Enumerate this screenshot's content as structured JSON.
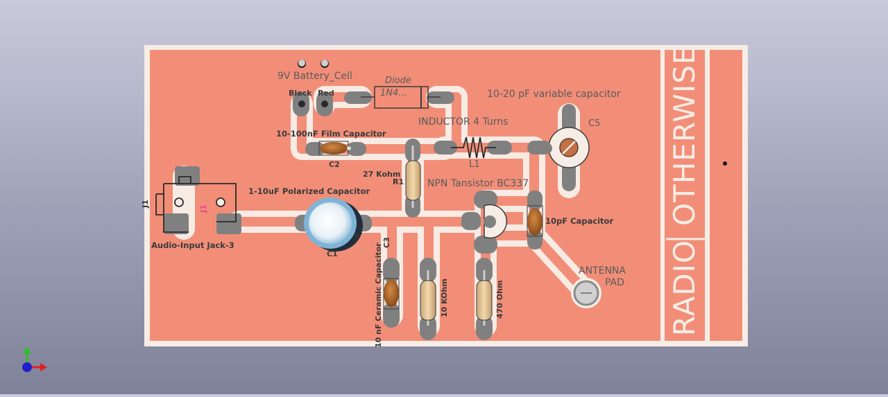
{
  "board": {
    "title_vertical_left": "RADIO",
    "title_vertical_right": "OTHERWISE"
  },
  "components": {
    "battery_label": "9V Battery_Cell",
    "battery_black": "Black",
    "battery_red": "Red",
    "diode_label": "Diode",
    "diode_value": "1N4...",
    "variable_cap_label": "10-20 pF variable capacitor",
    "variable_cap_ref": "C5",
    "inductor_label": "INDUCTOR 4 Turns",
    "inductor_ref": "L1",
    "film_cap_label": "10-100nF Film Capacitor",
    "film_cap_ref": "C2",
    "r1_value": "27 Kohm",
    "r1_ref": "R1",
    "transistor_label": "NPN Tansistor BC337",
    "polarized_cap_label": "1-10uF Polarized Capacitor",
    "polarized_cap_ref": "C1",
    "polarized_plus": "+",
    "jack_ref": "J1",
    "jack_ref_pink": "J1",
    "jack_label": "Audio-Input Jack-3",
    "cap10pf_label": "10pF Capacitor",
    "antenna_label_1": "ANTENNA",
    "antenna_label_2": "PAD",
    "ceramic_cap_ref": "C3",
    "ceramic_cap_label": "10 nF Ceramic Capacitor",
    "r10k_label": "10 KOhm",
    "r470_label": "470 Ohm"
  },
  "colors": {
    "pcb_copper": "#f28e78",
    "pcb_edge": "#f6ede6",
    "pad_gray": "#808080",
    "trace_light": "#f7ebe4",
    "silkscreen": "#5a5a5a"
  },
  "axis_icon": "xyz-axis-icon"
}
